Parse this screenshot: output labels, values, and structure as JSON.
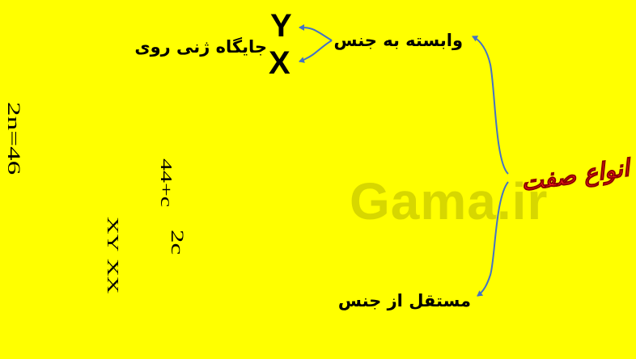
{
  "diagram": {
    "chromosome_y": "Y",
    "chromosome_x": "X",
    "gene_location_label": "جایگاه ژنی روی",
    "sex_linked_label": "وابسته به جنس",
    "independent_label": "مستقل از جنس",
    "types_of_traits_title": "انواع صفت",
    "watermark_text": "Gama.ir",
    "handwritten": {
      "chromosome_count": "2n=46",
      "autosomes": "44+c",
      "sex_chromosomes": "2c",
      "male": "XY",
      "female": "XX"
    }
  },
  "colors": {
    "background": "#FFFF00",
    "arrow": "#4472C4",
    "title_red": "#FF2020",
    "text": "#000000"
  }
}
